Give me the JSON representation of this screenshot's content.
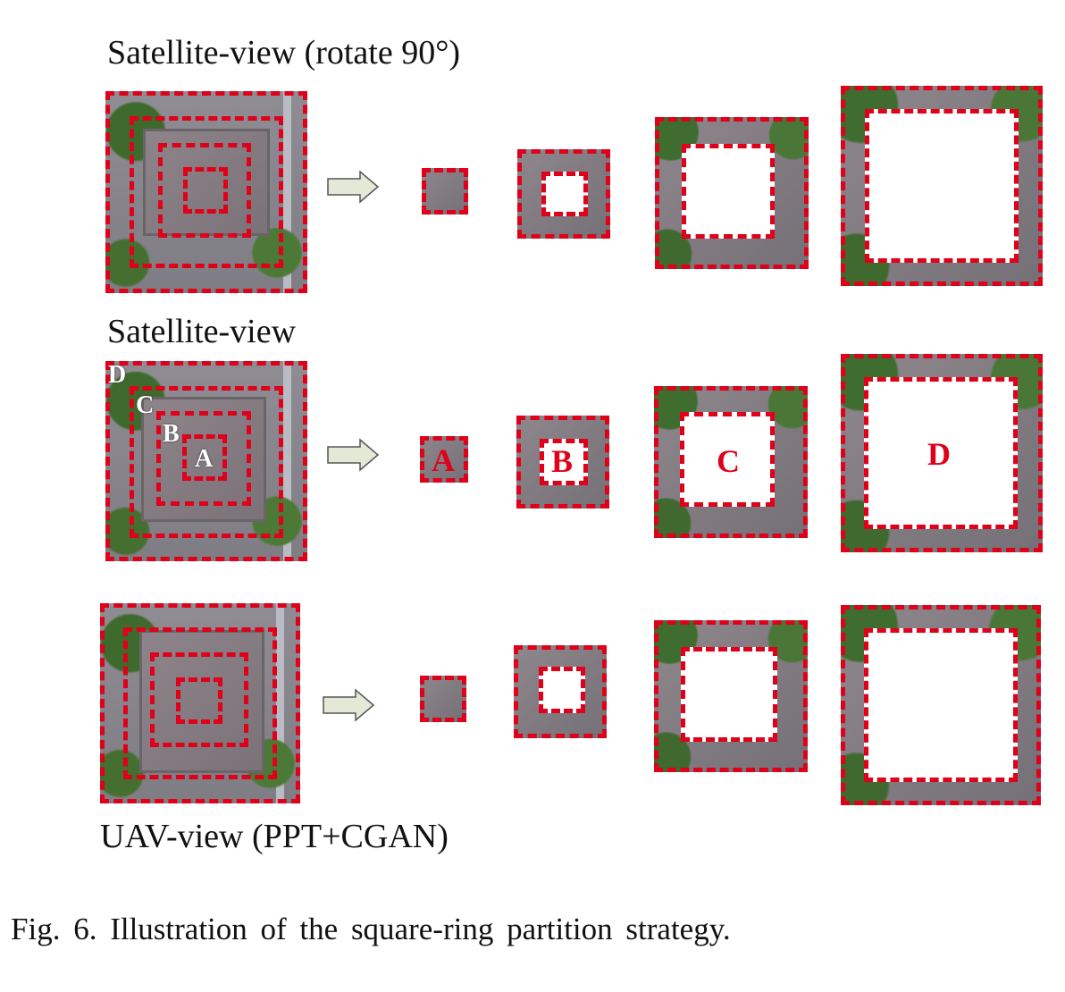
{
  "rows": [
    {
      "title": "Satellite-view (rotate 90°)"
    },
    {
      "title": "Satellite-view",
      "source_letters": [
        "D",
        "C",
        "B",
        "A"
      ],
      "part_letters": [
        "A",
        "B",
        "C",
        "D"
      ]
    },
    {
      "title": "UAV-view (PPT+CGAN)"
    }
  ],
  "caption": "Fig. 6.  Illustration of the square-ring partition strategy.",
  "colors": {
    "dash": "#e0001a",
    "arrow_fill": "#e4e8d6",
    "arrow_stroke": "#555555"
  }
}
